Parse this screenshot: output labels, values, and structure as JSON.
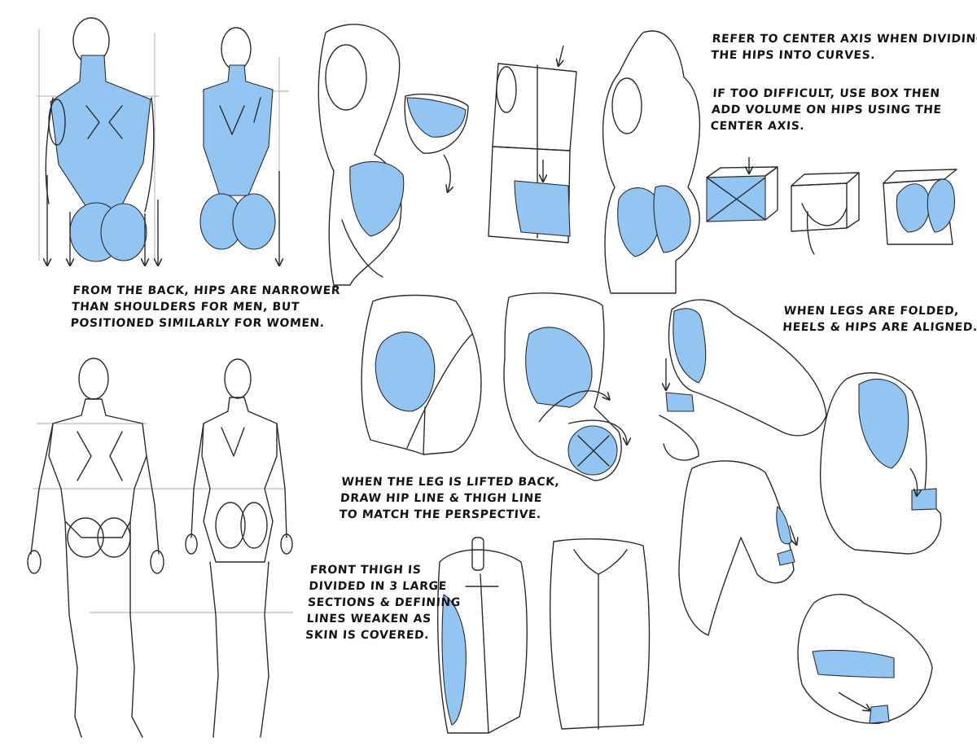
{
  "colors": {
    "highlight": "#93c5f3",
    "ink": "#2b2b2b",
    "guide": "#aaaaaa"
  },
  "notes": {
    "center_axis": "REFER TO CENTER AXIS WHEN DIVIDING\nTHE HIPS INTO CURVES.",
    "box_tip": "IF TOO DIFFICULT, USE BOX THEN\nADD VOLUME ON HIPS USING THE\nCENTER AXIS.",
    "back_view": "FROM THE BACK, HIPS ARE NARROWER\nTHAN SHOULDERS FOR MEN, BUT\nPOSITIONED SIMILARLY FOR WOMEN.",
    "legs_folded": "WHEN LEGS ARE FOLDED,\nHEELS & HIPS ARE ALIGNED.",
    "leg_lifted": "WHEN THE LEG IS LIFTED BACK,\nDRAW HIP LINE & THIGH LINE\nTO MATCH THE PERSPECTIVE.",
    "front_thigh": "FRONT THIGH IS\nDIVIDED IN 3 LARGE\nSECTIONS & DEFINING\nLINES WEAKEN AS\nSKIN IS COVERED."
  }
}
